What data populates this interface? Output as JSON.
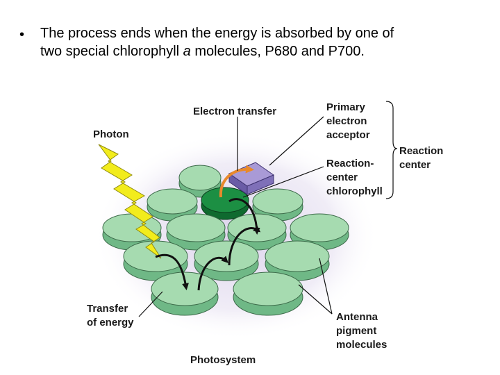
{
  "slide": {
    "bullet": "•",
    "text_line1": "The process ends when the energy is absorbed by one of",
    "text_line2_before": "two special chlorophyll ",
    "text_line2_italic": "a",
    "text_line2_after": " molecules, P680 and P700."
  },
  "diagram": {
    "labels": {
      "electron_transfer": "Electron transfer",
      "photon": "Photon",
      "primary_acceptor": [
        "Primary",
        "electron",
        "acceptor"
      ],
      "reaction_center": [
        "Reaction",
        "center"
      ],
      "reaction_center_chlorophyll": [
        "Reaction-",
        "center",
        "chlorophyll"
      ],
      "transfer_of_energy": [
        "Transfer",
        "of energy"
      ],
      "antenna_pigments": [
        "Antenna",
        "pigment",
        "molecules"
      ],
      "photosystem": "Photosystem"
    },
    "colors": {
      "disc_fill": "#a6dbb0",
      "disc_side": "#6fb886",
      "reaction_center_fill": "#1c8f43",
      "acceptor_fill": "#8b7cc0",
      "photon": "#f2ec1c",
      "electron_arrow": "#e8892c",
      "background_glow": "#d9d0ea"
    }
  }
}
